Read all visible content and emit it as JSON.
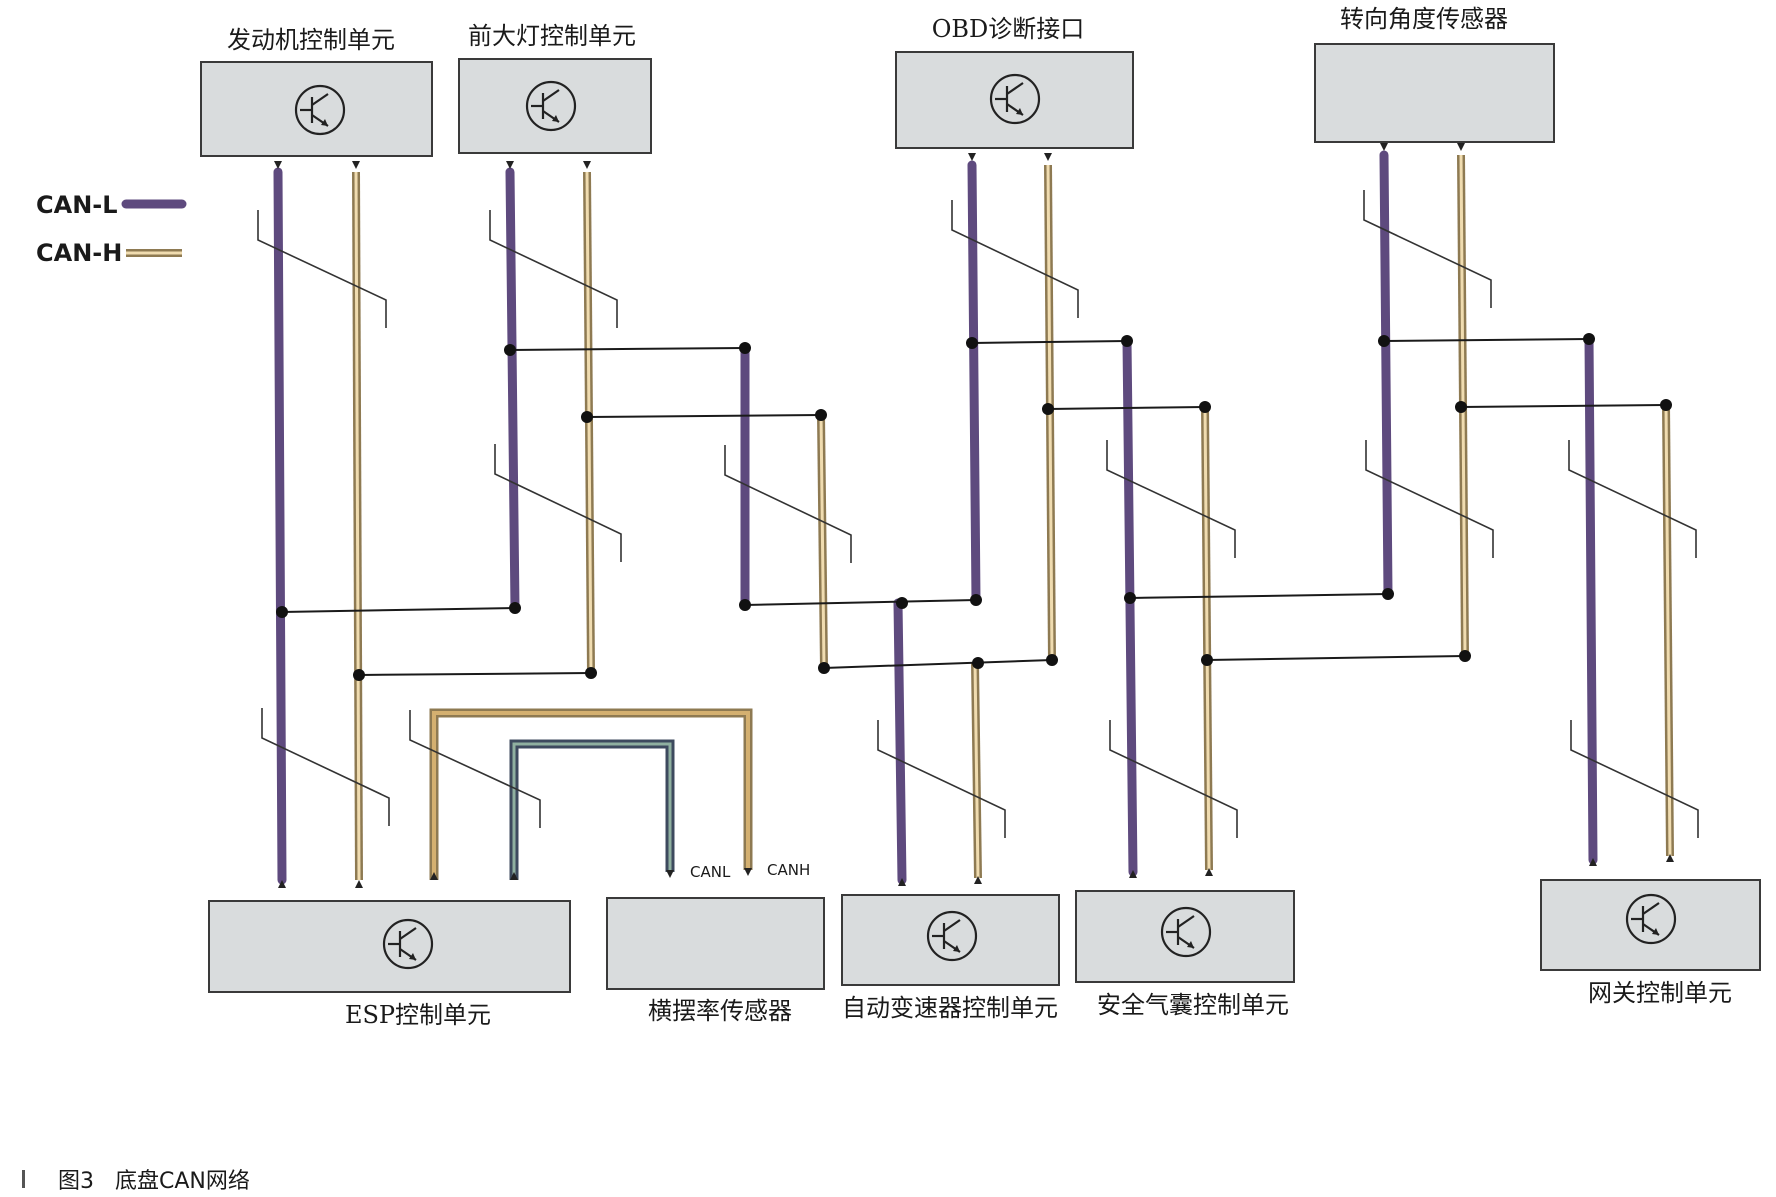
{
  "legend": {
    "can_l": "CAN-L",
    "can_h": "CAN-H"
  },
  "top_units": [
    {
      "id": "engine",
      "label": "发动机控制单元"
    },
    {
      "id": "headlight",
      "label": "前大灯控制单元"
    },
    {
      "id": "obd",
      "label": "OBD诊断接口"
    },
    {
      "id": "steering",
      "label": "转向角度传感器"
    }
  ],
  "bottom_units": [
    {
      "id": "esp",
      "label": "ESP控制单元"
    },
    {
      "id": "yaw",
      "label": "横摆率传感器"
    },
    {
      "id": "trans",
      "label": "自动变速器控制单元"
    },
    {
      "id": "airbag",
      "label": "安全气囊控制单元"
    },
    {
      "id": "gateway",
      "label": "网关控制单元"
    }
  ],
  "yaw_pins": {
    "canl": "CANL",
    "canh": "CANH"
  },
  "caption": "图3   底盘CAN网络",
  "colors": {
    "can_l": "#5e4a7e",
    "can_h": "#d4b070",
    "ecu_fill": "#d9dcdd"
  }
}
